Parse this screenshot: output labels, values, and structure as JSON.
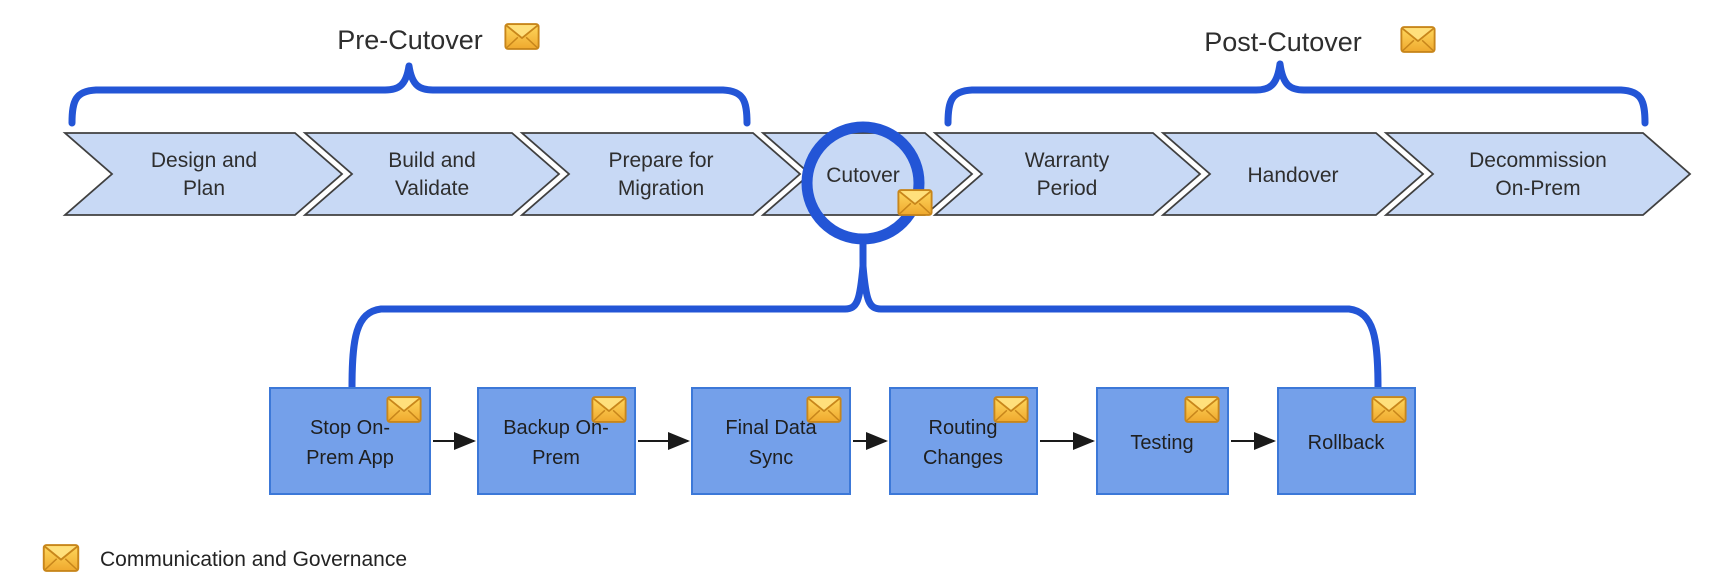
{
  "titles": {
    "pre": "Pre-Cutover",
    "post": "Post-Cutover"
  },
  "timeline": {
    "phases": [
      {
        "line1": "Design and",
        "line2": "Plan"
      },
      {
        "line1": "Build and",
        "line2": "Validate"
      },
      {
        "line1": "Prepare for",
        "line2": "Migration"
      },
      {
        "line1": "Cutover",
        "line2": ""
      },
      {
        "line1": "Warranty",
        "line2": "Period"
      },
      {
        "line1": "Handover",
        "line2": ""
      },
      {
        "line1": "Decommission",
        "line2": "On-Prem"
      }
    ]
  },
  "cutover_steps": [
    {
      "line1": "Stop On-",
      "line2": "Prem App"
    },
    {
      "line1": "Backup On-",
      "line2": "Prem"
    },
    {
      "line1": "Final Data",
      "line2": "Sync"
    },
    {
      "line1": "Routing",
      "line2": "Changes"
    },
    {
      "line1": "Testing",
      "line2": ""
    },
    {
      "line1": "Rollback",
      "line2": ""
    }
  ],
  "legend": {
    "icon": "envelope-icon",
    "label": "Communication and Governance"
  },
  "colors": {
    "accent_blue": "#2355d6",
    "chevron_fill": "#c8d9f5",
    "chevron_border": "#404040",
    "step_box_fill": "#74a0ea",
    "step_box_border": "#3c78d8",
    "envelope_yellow": "#f5b82e",
    "text_dark": "#2e2e2e"
  }
}
